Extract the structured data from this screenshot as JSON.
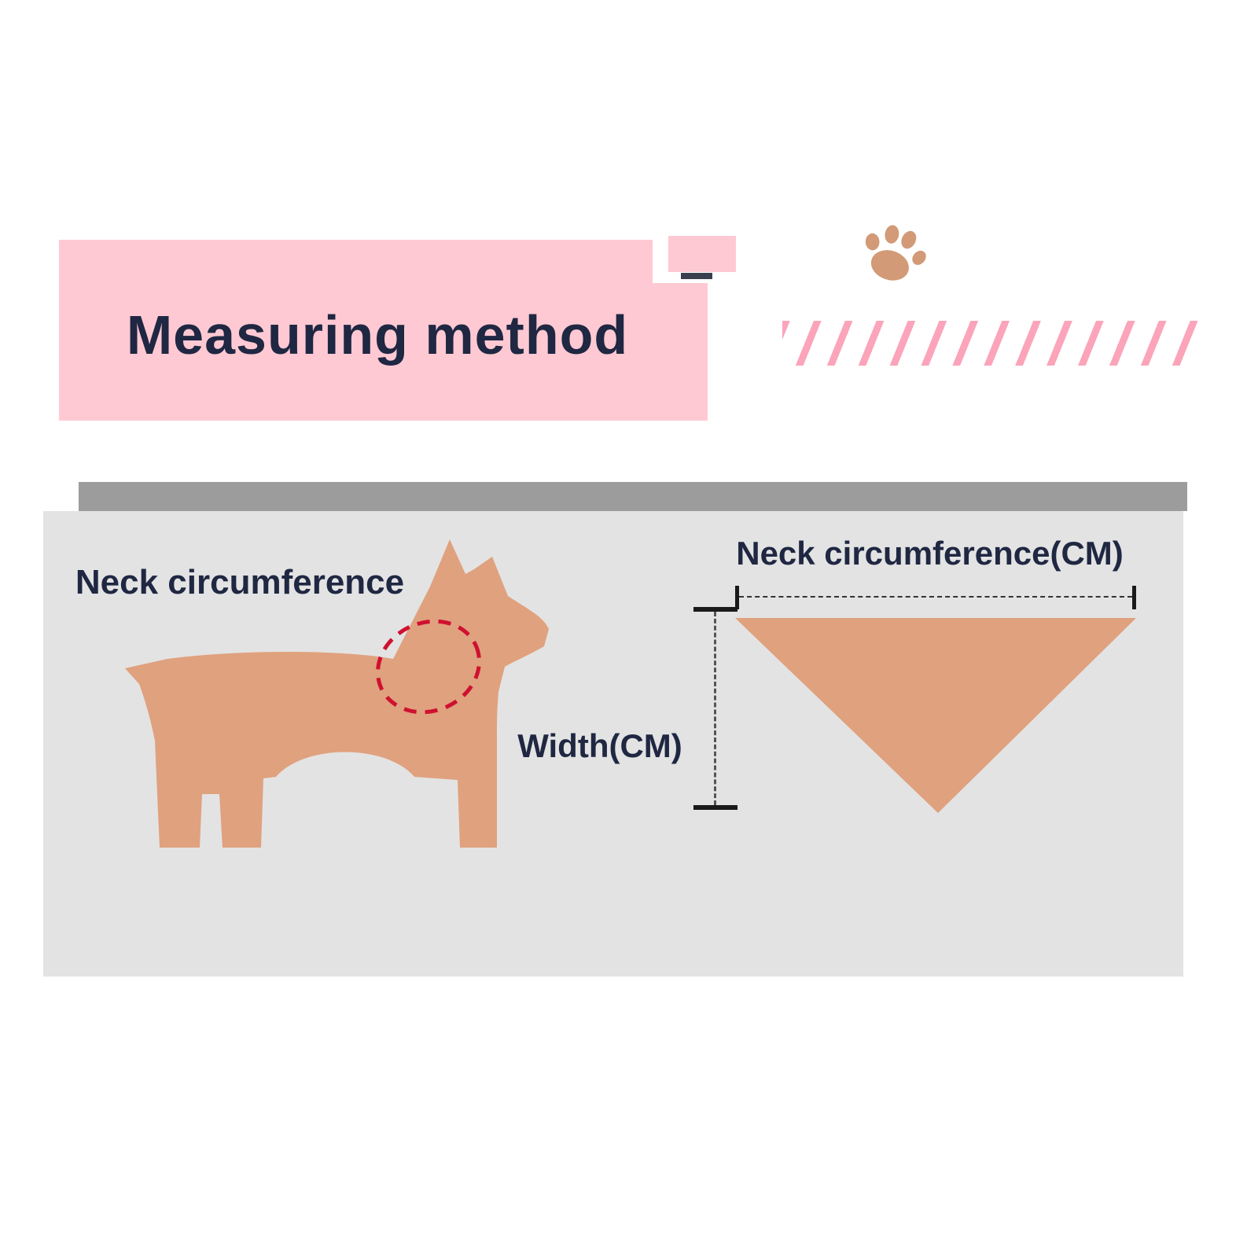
{
  "title": {
    "text": "Measuring method"
  },
  "diagram": {
    "left_label": "Neck circumference",
    "right_label": "Neck circumference(CM)",
    "width_label": "Width(CM)"
  },
  "icons": {
    "paw": "paw-icon",
    "stripes": "diagonal-pink-stripes"
  },
  "colors": {
    "pink_block": "#ffc9d3",
    "stripe_pink": "#fba4ba",
    "title_navy": "#1f2742",
    "panel_gray": "#e3e3e3",
    "top_bar_gray": "#9c9c9c",
    "dog_tan": "#e0a17e",
    "paw_tan": "#d29a76",
    "collar_red": "#cf1130",
    "measure_dark": "#1a1a1a"
  }
}
